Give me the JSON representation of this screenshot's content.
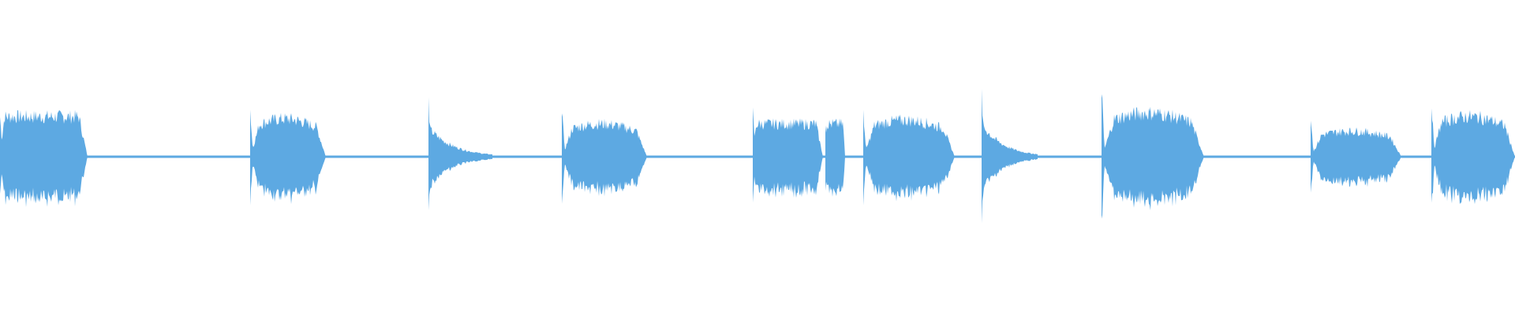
{
  "waveform": {
    "color": "#5DA9E2",
    "background": "#FFFFFF",
    "segments": [
      {
        "start": 0.0,
        "end": 0.058,
        "amp": 0.55,
        "shape": "sustain",
        "peak": 0.55
      },
      {
        "start": 0.165,
        "end": 0.215,
        "amp": 0.52,
        "shape": "swell",
        "peak": 0.65
      },
      {
        "start": 0.283,
        "end": 0.325,
        "amp": 0.4,
        "shape": "decay",
        "peak": 0.75
      },
      {
        "start": 0.371,
        "end": 0.427,
        "amp": 0.45,
        "shape": "swell",
        "peak": 0.7
      },
      {
        "start": 0.497,
        "end": 0.543,
        "amp": 0.45,
        "shape": "sustain",
        "peak": 0.6
      },
      {
        "start": 0.545,
        "end": 0.558,
        "amp": 0.45,
        "shape": "sustain",
        "peak": 0.5
      },
      {
        "start": 0.57,
        "end": 0.63,
        "amp": 0.5,
        "shape": "swell",
        "peak": 0.65
      },
      {
        "start": 0.648,
        "end": 0.685,
        "amp": 0.45,
        "shape": "decay",
        "peak": 0.85
      },
      {
        "start": 0.727,
        "end": 0.795,
        "amp": 0.6,
        "shape": "swell",
        "peak": 1.0
      },
      {
        "start": 0.865,
        "end": 0.925,
        "amp": 0.35,
        "shape": "swell",
        "peak": 0.6
      },
      {
        "start": 0.945,
        "end": 1.0,
        "amp": 0.55,
        "shape": "swell",
        "peak": 0.8
      }
    ]
  }
}
